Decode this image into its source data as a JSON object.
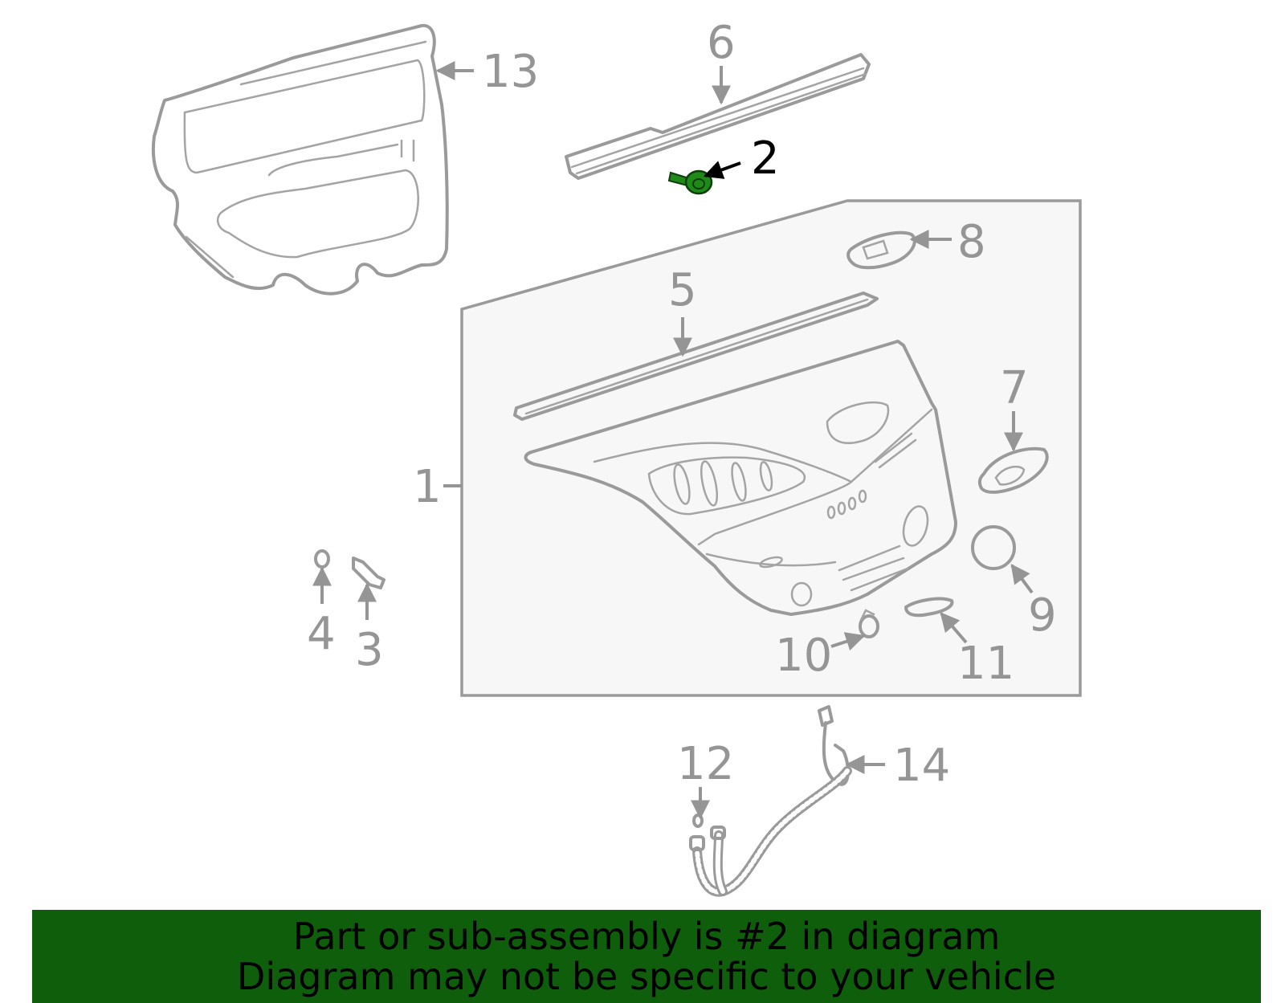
{
  "colors": {
    "line": "#9a9a9a",
    "label": "#959595",
    "highlight_part": "#1f8a19",
    "highlight_label": "#000000",
    "panel_fill": "#f7f7f7",
    "banner": "#0f5e0b"
  },
  "callouts": {
    "p1": "1",
    "p2": "2",
    "p3": "3",
    "p4": "4",
    "p5": "5",
    "p6": "6",
    "p7": "7",
    "p8": "8",
    "p9": "9",
    "p10": "10",
    "p11": "11",
    "p12": "12",
    "p13": "13",
    "p14": "14"
  },
  "highlighted_part": "2",
  "banner": {
    "line1": "Part or sub-assembly is #2 in diagram",
    "line2": "Diagram may not be specific to your vehicle"
  }
}
